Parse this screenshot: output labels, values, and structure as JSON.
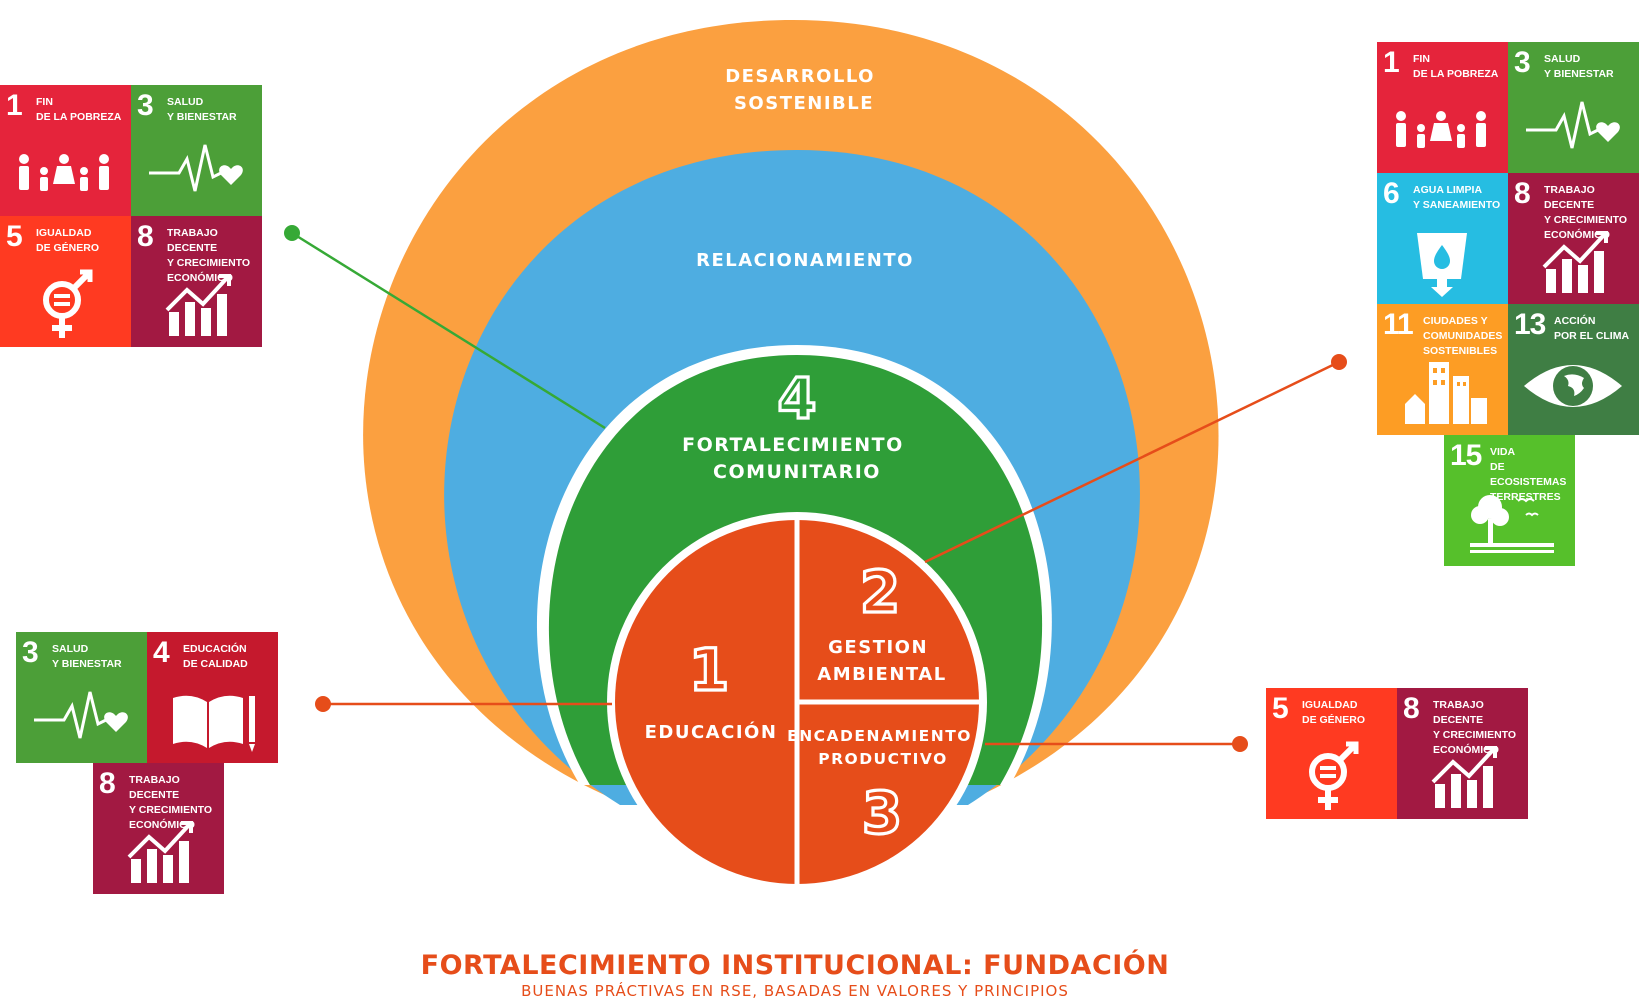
{
  "rings": {
    "outer": "DESARROLLO\nSOSTENIBLE",
    "relacionamiento": "RELACIONAMIENTO",
    "comunitario": {
      "number": "4",
      "label": "FORTALECIMIENTO\nCOMUNITARIO"
    }
  },
  "segments": {
    "educacion": {
      "number": "1",
      "label": "EDUCACIÓN"
    },
    "ambiental": {
      "number": "2",
      "label": "GESTION\nAMBIENTAL"
    },
    "productivo": {
      "number": "3",
      "label": "ENCADENAMIENTO\nPRODUCTIVO"
    }
  },
  "sdg_groups": {
    "top_left": [
      {
        "num": "1",
        "text": "FIN\nDE LA POBREZA",
        "color": "#e5243b",
        "icon": "family-icon"
      },
      {
        "num": "3",
        "text": "SALUD\nY BIENESTAR",
        "color": "#4c9f38",
        "icon": "heartbeat-icon"
      },
      {
        "num": "5",
        "text": "IGUALDAD\nDE GÉNERO",
        "color": "#ff3a21",
        "icon": "gender-equality-icon"
      },
      {
        "num": "8",
        "text": "TRABAJO DECENTE\nY CRECIMIENTO\nECONÓMICO",
        "color": "#a21942",
        "icon": "growth-chart-icon"
      }
    ],
    "top_right": [
      {
        "num": "1",
        "text": "FIN\nDE LA POBREZA",
        "color": "#e5243b",
        "icon": "family-icon"
      },
      {
        "num": "3",
        "text": "SALUD\nY BIENESTAR",
        "color": "#4c9f38",
        "icon": "heartbeat-icon"
      },
      {
        "num": "6",
        "text": "AGUA LIMPIA\nY SANEAMIENTO",
        "color": "#26bde2",
        "icon": "water-glass-icon"
      },
      {
        "num": "8",
        "text": "TRABAJO DECENTE\nY CRECIMIENTO\nECONÓMICO",
        "color": "#a21942",
        "icon": "growth-chart-icon"
      },
      {
        "num": "11",
        "text": "CIUDADES Y\nCOMUNIDADES\nSOSTENIBLES",
        "color": "#fd9d24",
        "icon": "city-icon"
      },
      {
        "num": "13",
        "text": "ACCIÓN\nPOR EL CLIMA",
        "color": "#3f7e44",
        "icon": "earth-eye-icon"
      },
      {
        "num": "15",
        "text": "VIDA\nDE ECOSISTEMAS\nTERRESTRES",
        "color": "#56c02b",
        "icon": "tree-birds-icon"
      }
    ],
    "bottom_left": [
      {
        "num": "3",
        "text": "SALUD\nY BIENESTAR",
        "color": "#4c9f38",
        "icon": "heartbeat-icon"
      },
      {
        "num": "4",
        "text": "EDUCACIÓN\nDE CALIDAD",
        "color": "#c5192d",
        "icon": "book-pencil-icon"
      },
      {
        "num": "8",
        "text": "TRABAJO DECENTE\nY CRECIMIENTO\nECONÓMICO",
        "color": "#a21942",
        "icon": "growth-chart-icon"
      }
    ],
    "bottom_right": [
      {
        "num": "5",
        "text": "IGUALDAD\nDE GÉNERO",
        "color": "#ff3a21",
        "icon": "gender-equality-icon"
      },
      {
        "num": "8",
        "text": "TRABAJO DECENTE\nY CRECIMIENTO\nECONÓMICO",
        "color": "#a21942",
        "icon": "growth-chart-icon"
      }
    ]
  },
  "footer": {
    "title": "FORTALECIMIENTO INSTITUCIONAL: FUNDACIÓN",
    "subtitle": "BUENAS PRÁCTIVAS EN RSE, BASADAS EN VALORES Y PRINCIPIOS"
  },
  "colors": {
    "orange": "#fba040",
    "blue": "#4eade1",
    "green": "#2f9e38",
    "core": "#e64d1a",
    "connector_green": "#36a936",
    "connector_orange": "#e64d1a"
  }
}
